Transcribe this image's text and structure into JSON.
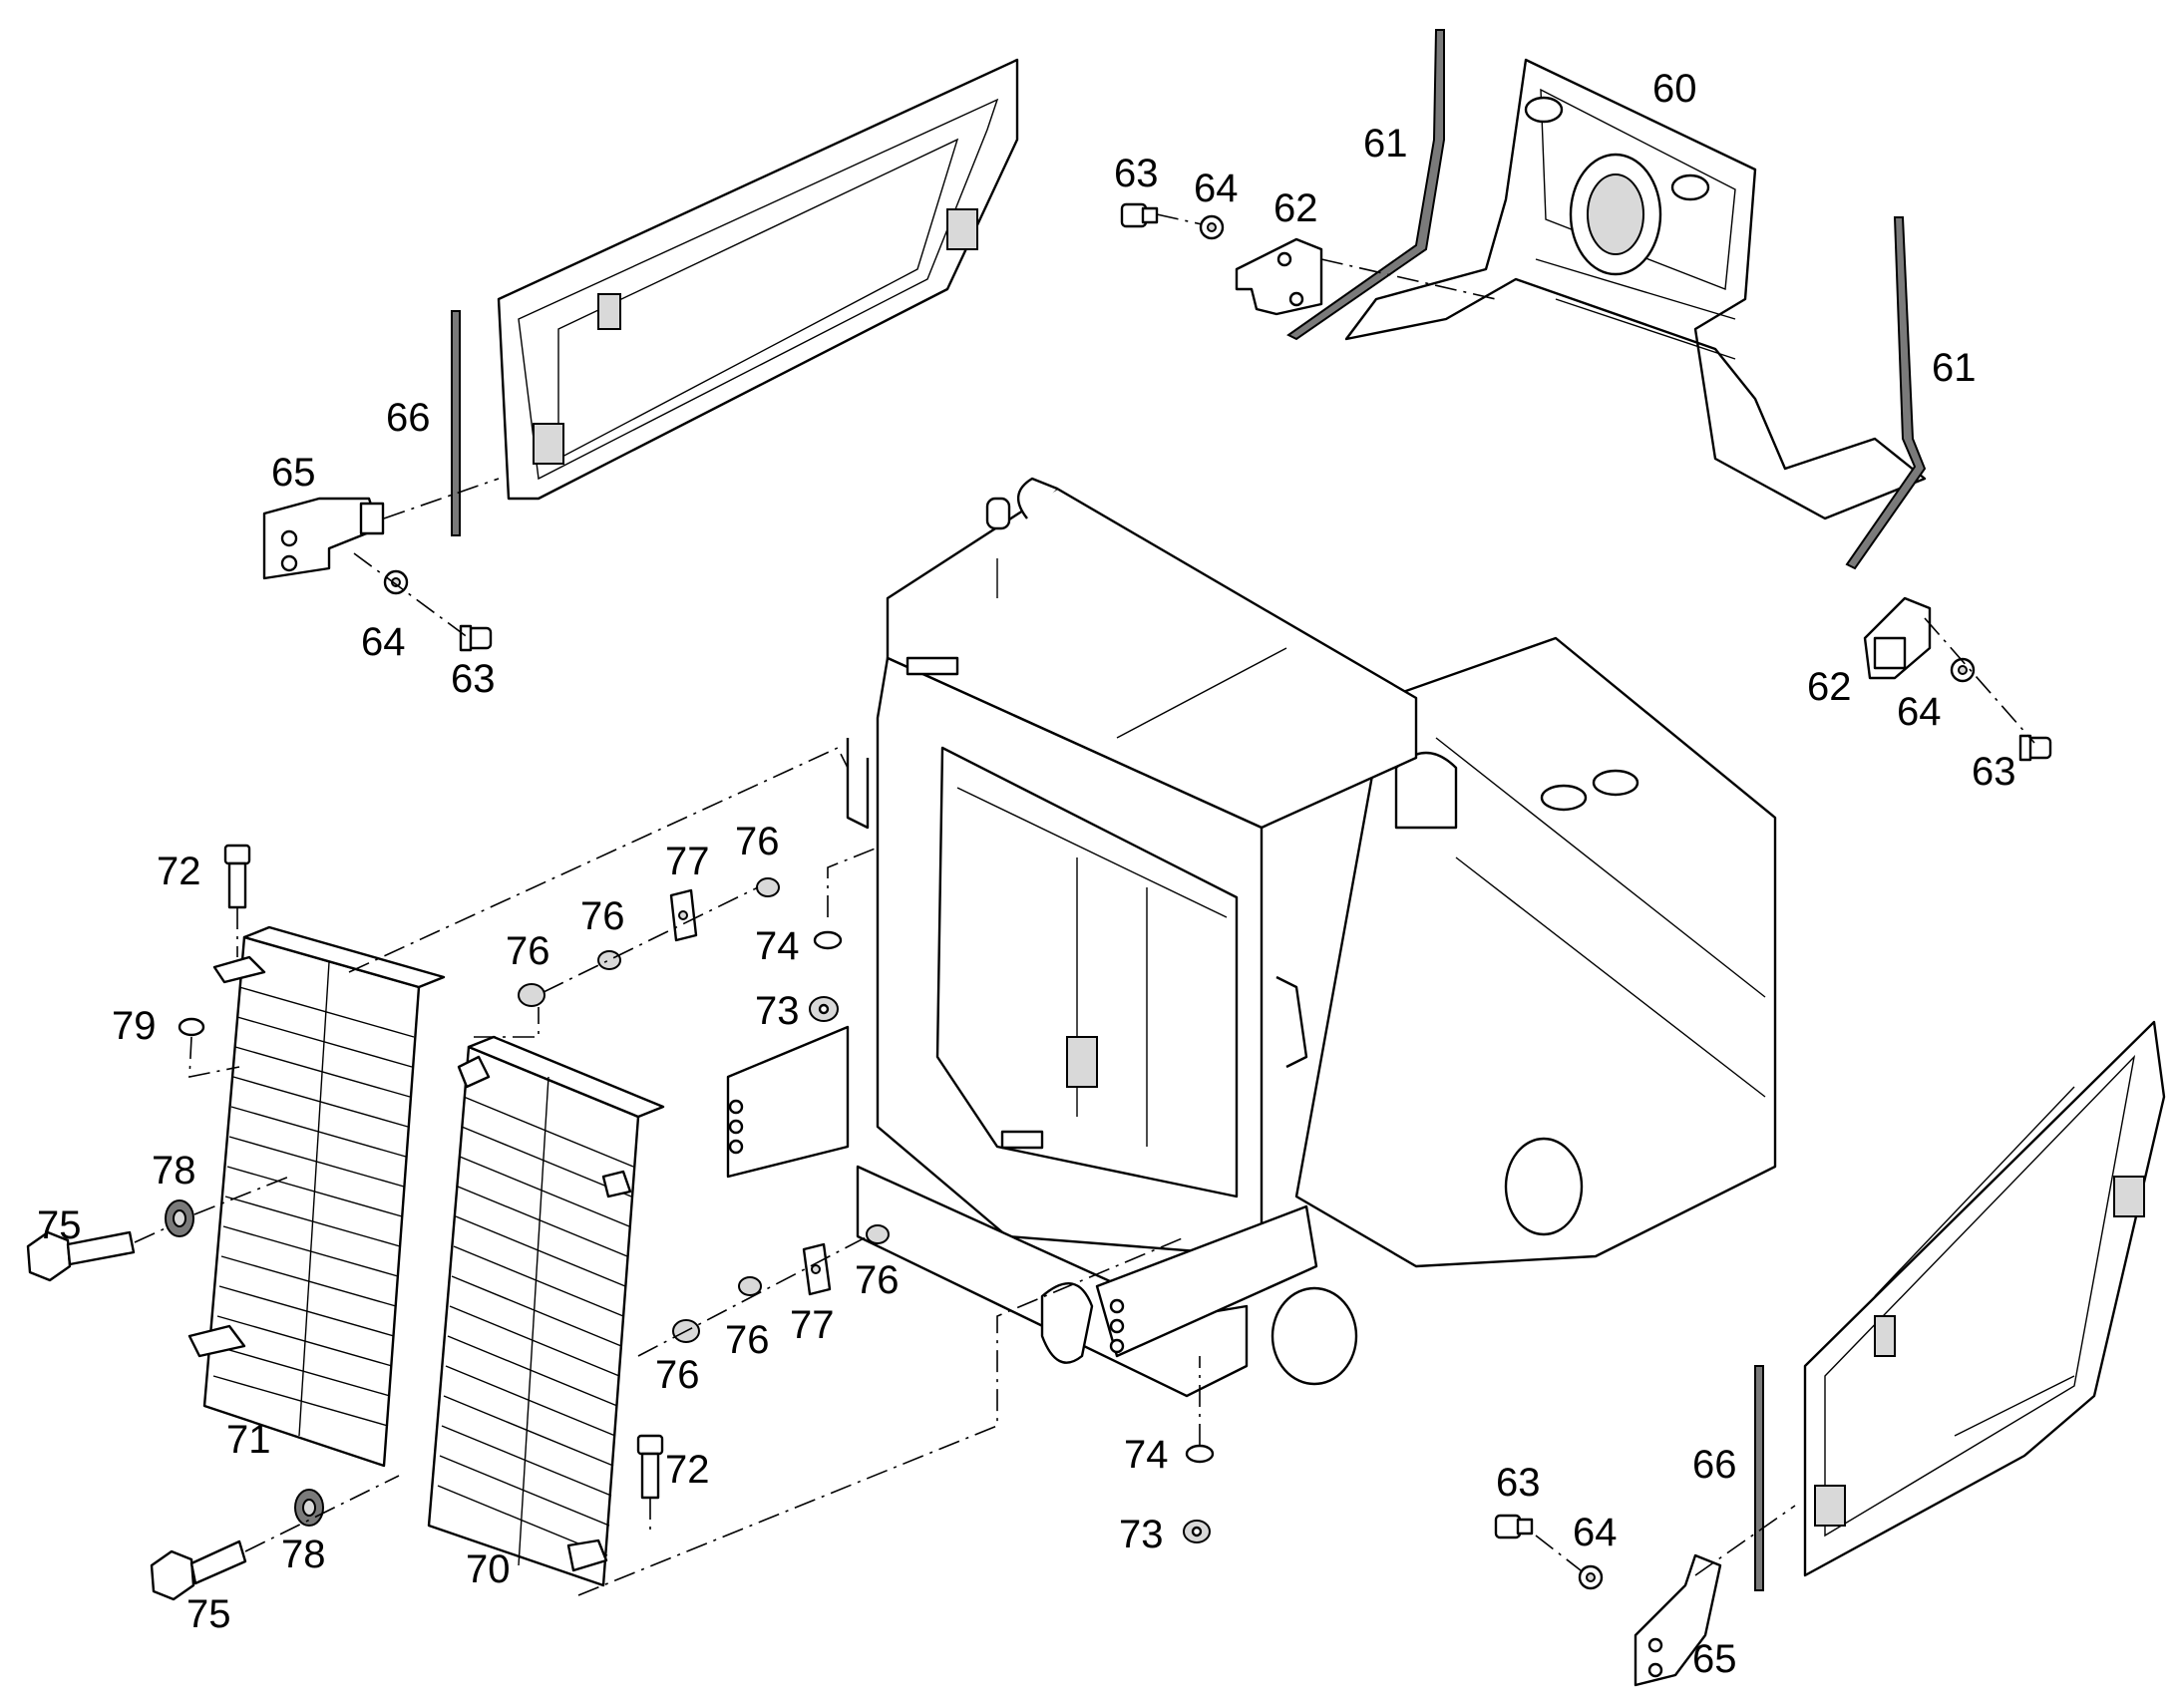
{
  "diagram": {
    "type": "exploded-parts-diagram",
    "background": "#ffffff",
    "line_color": "#000000",
    "callouts": [
      {
        "id": "c60",
        "label": "60"
      },
      {
        "id": "c61a",
        "label": "61"
      },
      {
        "id": "c61b",
        "label": "61"
      },
      {
        "id": "c62a",
        "label": "62"
      },
      {
        "id": "c62b",
        "label": "62"
      },
      {
        "id": "c63a",
        "label": "63"
      },
      {
        "id": "c63b",
        "label": "63"
      },
      {
        "id": "c63c",
        "label": "63"
      },
      {
        "id": "c63d",
        "label": "63"
      },
      {
        "id": "c64a",
        "label": "64"
      },
      {
        "id": "c64b",
        "label": "64"
      },
      {
        "id": "c64c",
        "label": "64"
      },
      {
        "id": "c64d",
        "label": "64"
      },
      {
        "id": "c65a",
        "label": "65"
      },
      {
        "id": "c65b",
        "label": "65"
      },
      {
        "id": "c66a",
        "label": "66"
      },
      {
        "id": "c66b",
        "label": "66"
      },
      {
        "id": "c70",
        "label": "70"
      },
      {
        "id": "c71",
        "label": "71"
      },
      {
        "id": "c72a",
        "label": "72"
      },
      {
        "id": "c72b",
        "label": "72"
      },
      {
        "id": "c73a",
        "label": "73"
      },
      {
        "id": "c73b",
        "label": "73"
      },
      {
        "id": "c74a",
        "label": "74"
      },
      {
        "id": "c74b",
        "label": "74"
      },
      {
        "id": "c75a",
        "label": "75"
      },
      {
        "id": "c75b",
        "label": "75"
      },
      {
        "id": "c76a",
        "label": "76"
      },
      {
        "id": "c76b",
        "label": "76"
      },
      {
        "id": "c76c",
        "label": "76"
      },
      {
        "id": "c76d",
        "label": "76"
      },
      {
        "id": "c76e",
        "label": "76"
      },
      {
        "id": "c76f",
        "label": "76"
      },
      {
        "id": "c77a",
        "label": "77"
      },
      {
        "id": "c77b",
        "label": "77"
      },
      {
        "id": "c78a",
        "label": "78"
      },
      {
        "id": "c78b",
        "label": "78"
      },
      {
        "id": "c79",
        "label": "79"
      }
    ]
  }
}
